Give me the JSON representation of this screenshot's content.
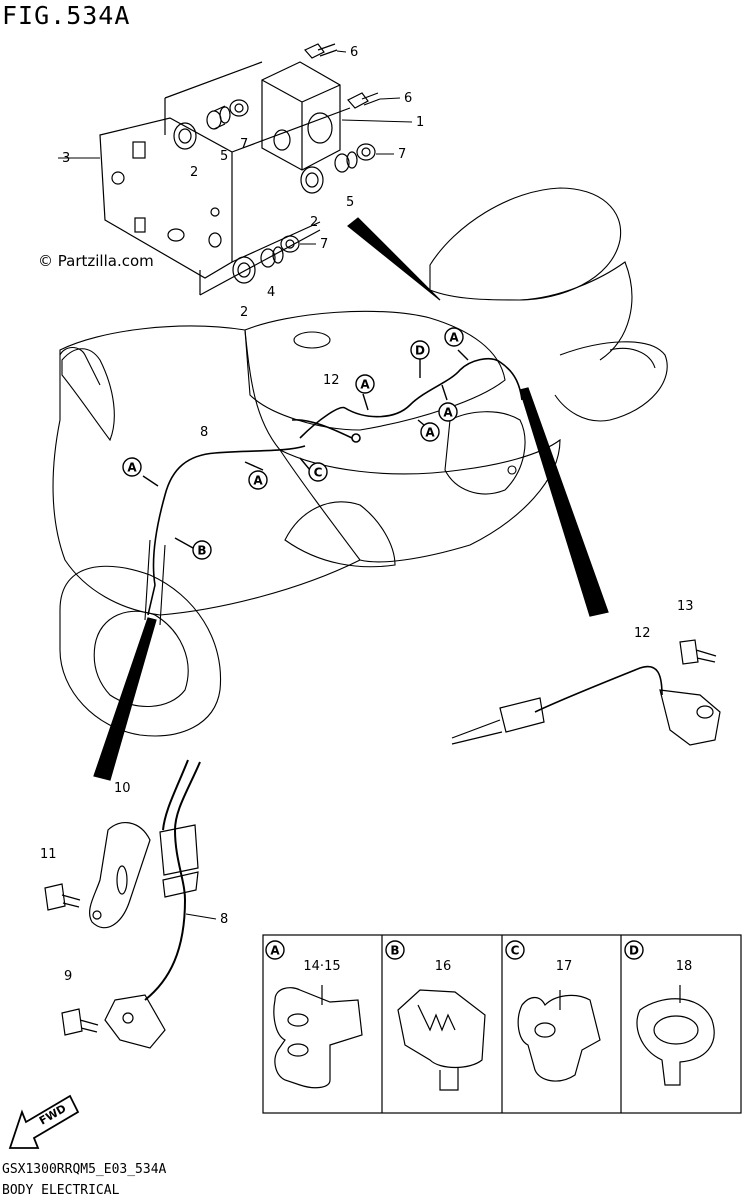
{
  "figure": {
    "title": "FIG.534A",
    "watermark": "© Partzilla.com",
    "footer_code": "GSX1300RRQM5_E03_534A",
    "footer_section": "BODY ELECTRICAL"
  },
  "callouts": {
    "c1": "1",
    "c2a": "2",
    "c2b": "2",
    "c2c": "2",
    "c3": "3",
    "c4": "4",
    "c5a": "5",
    "c5b": "5",
    "c6a": "6",
    "c6b": "6",
    "c7a": "7",
    "c7b": "7",
    "c7c": "7",
    "c8a": "8",
    "c8b": "8",
    "c9": "9",
    "c10": "10",
    "c11": "11",
    "c12a": "12",
    "c12b": "12",
    "c13": "13"
  },
  "clamp_markers": {
    "A": "A",
    "B": "B",
    "C": "C",
    "D": "D"
  },
  "detail_panels": [
    {
      "marker": "A",
      "part": "14·15"
    },
    {
      "marker": "B",
      "part": "16"
    },
    {
      "marker": "C",
      "part": "17"
    },
    {
      "marker": "D",
      "part": "18"
    }
  ],
  "direction": "FWD",
  "colors": {
    "ink": "#000000",
    "paper": "#ffffff"
  }
}
